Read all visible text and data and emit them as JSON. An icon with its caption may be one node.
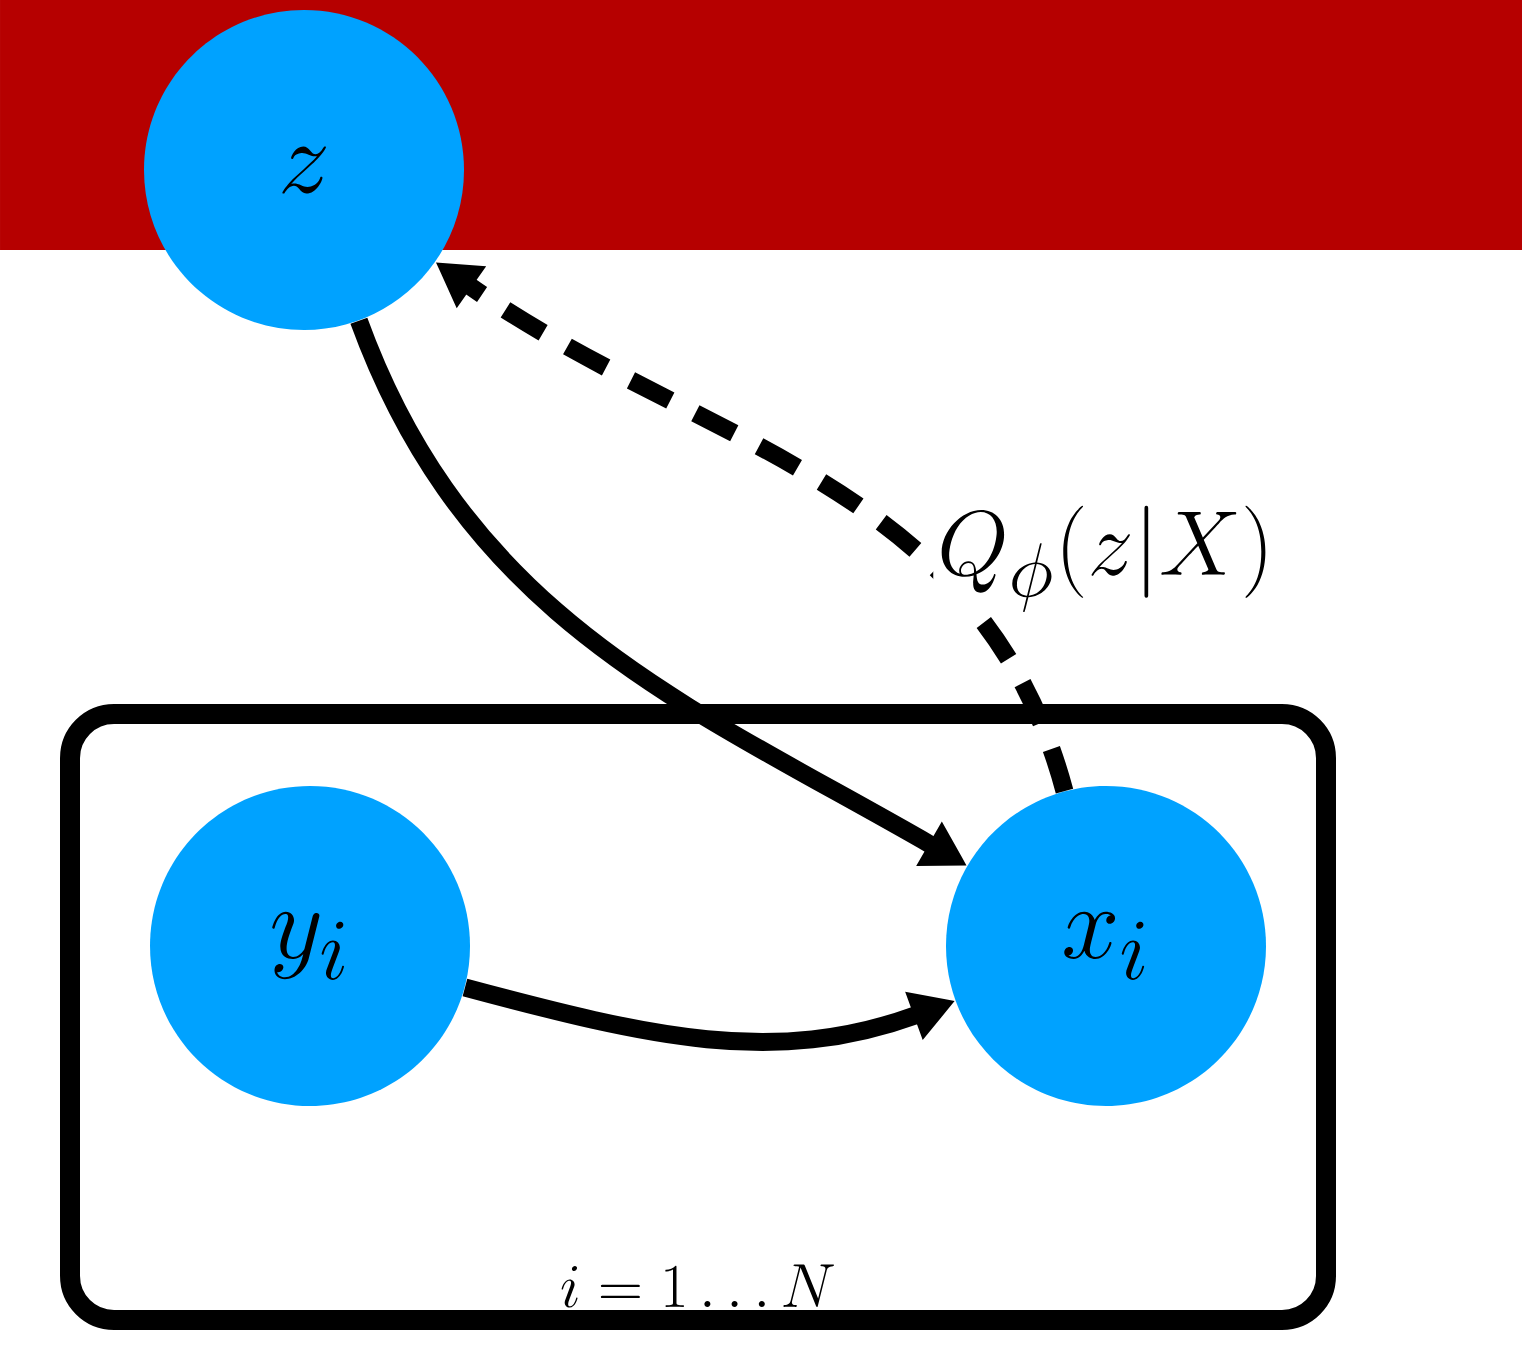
{
  "diagram": {
    "nodes": [
      {
        "text": [
          "z"
        ]
      },
      {
        "text": [
          "i = 1 \\ldots N"
        ]
      },
      {
        "text": [
          "y_i"
        ],
        "in": 1
      },
      {
        "text": [
          "x_i"
        ],
        "in": 1
      }
    ],
    "edges": [
      {
        "from": 0,
        "to": 3,
        "arrow": "to"
      },
      {
        "from": 2,
        "to": 3,
        "arrow": "to"
      },
      {
        "from": 3,
        "to": 0,
        "arrow": "to",
        "style": "dashed",
        "label": "Q_\\phi(z|X)"
      }
    ]
  }
}
